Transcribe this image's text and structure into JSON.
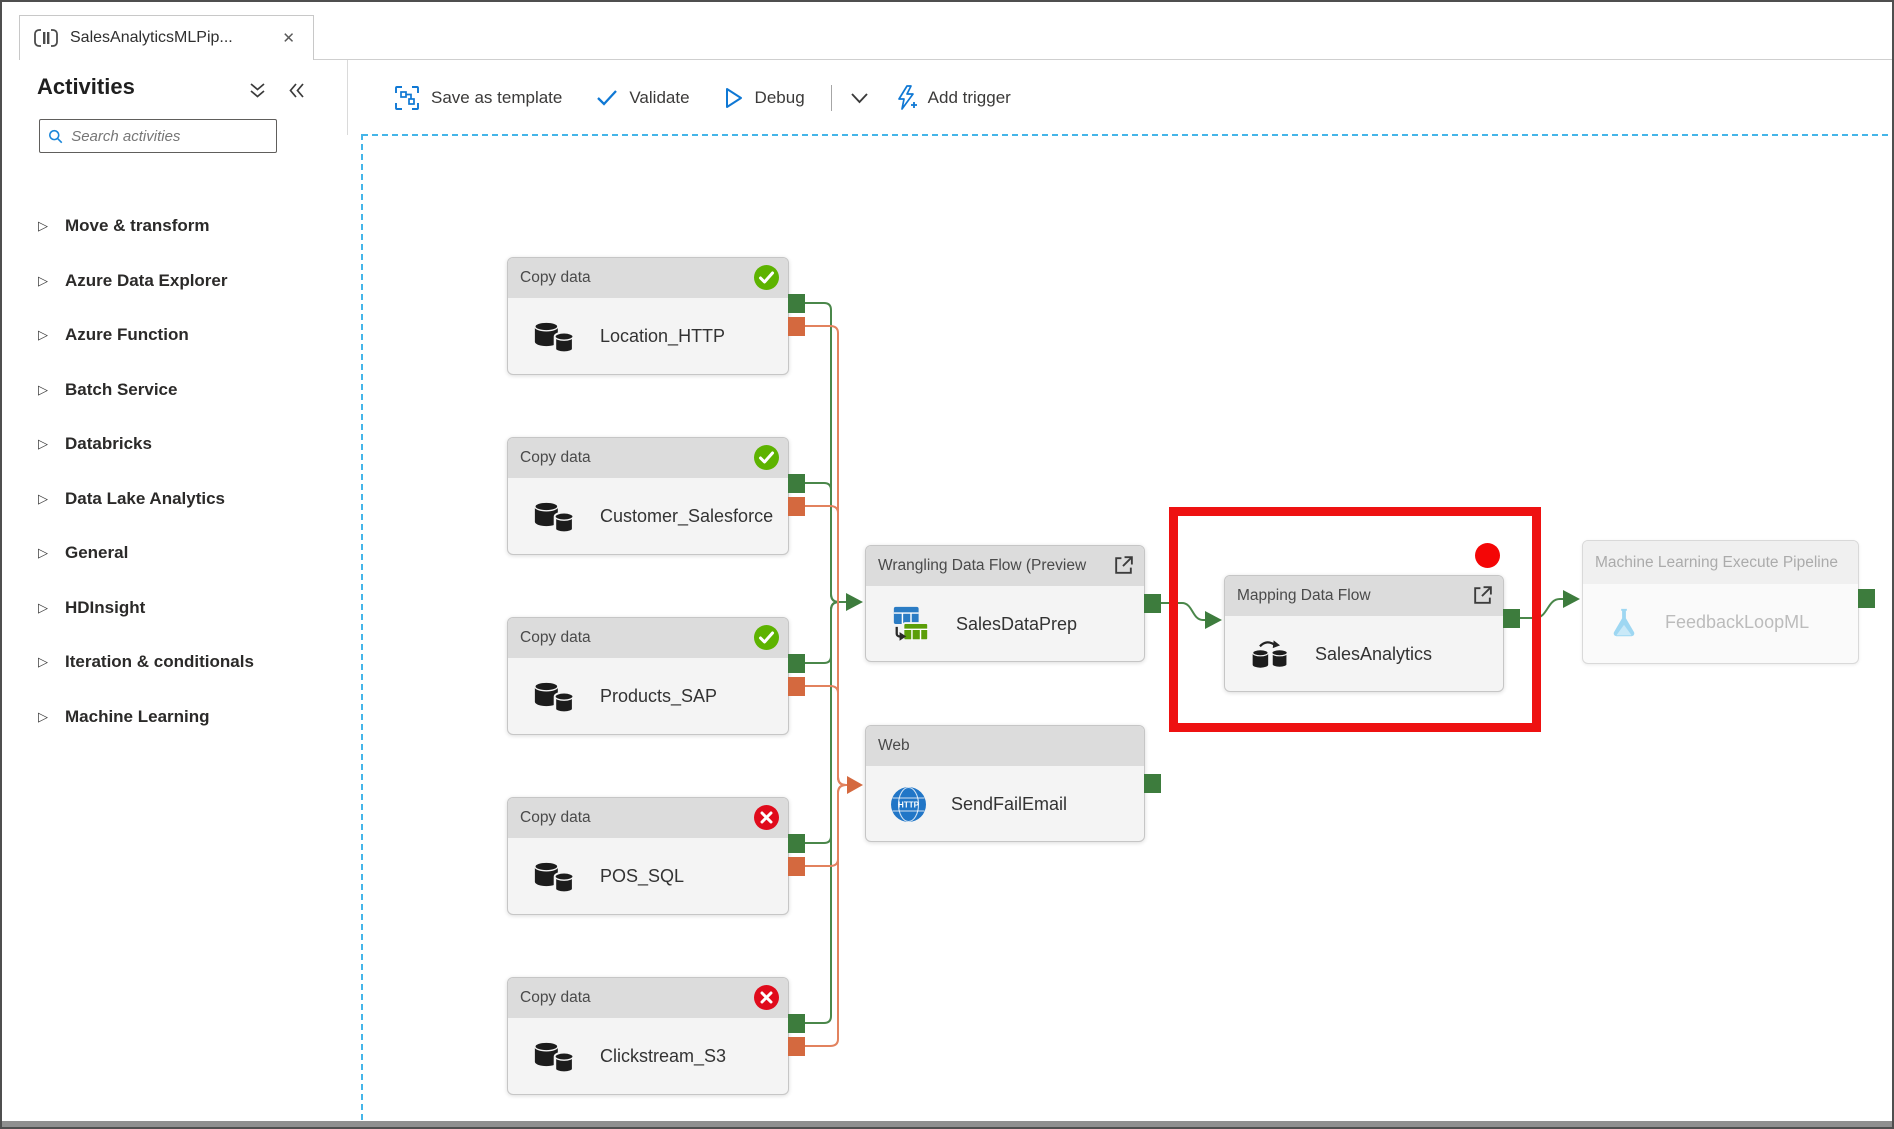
{
  "tab": {
    "title": "SalesAnalyticsMLPip...",
    "close_glyph": "✕"
  },
  "toolbar": {
    "save_as_template": "Save as template",
    "validate": "Validate",
    "debug": "Debug",
    "add_trigger": "Add trigger"
  },
  "sidebar": {
    "title": "Activities",
    "search_placeholder": "Search activities",
    "items": [
      "Move & transform",
      "Azure Data Explorer",
      "Azure Function",
      "Batch Service",
      "Databricks",
      "Data Lake Analytics",
      "General",
      "HDInsight",
      "Iteration & conditionals",
      "Machine Learning"
    ]
  },
  "nodes": [
    {
      "type": "Copy data",
      "name": "Location_HTTP",
      "status": "succeeded"
    },
    {
      "type": "Copy data",
      "name": "Customer_Salesforce",
      "status": "succeeded"
    },
    {
      "type": "Copy data",
      "name": "Products_SAP",
      "status": "succeeded"
    },
    {
      "type": "Copy data",
      "name": "POS_SQL",
      "status": "failed"
    },
    {
      "type": "Copy data",
      "name": "Clickstream_S3",
      "status": "failed"
    },
    {
      "type": "Wrangling Data Flow (Preview",
      "name": "SalesDataPrep",
      "status": "none"
    },
    {
      "type": "Web",
      "name": "SendFailEmail",
      "status": "none"
    },
    {
      "type": "Mapping Data Flow",
      "name": "SalesAnalytics",
      "status": "none"
    },
    {
      "type": "Machine Learning Execute Pipeline",
      "name": "FeedbackLoopML",
      "status": "disabled"
    }
  ],
  "colors": {
    "accent_blue": "#0f78d4",
    "success_green": "#3d7c3d",
    "failure_orange": "#d4priv6a48",
    "badge_green": "#5db300",
    "badge_red": "#e00b1c",
    "annotation_red": "#ee1111",
    "canvas_dash_blue": "#45b5e8"
  }
}
